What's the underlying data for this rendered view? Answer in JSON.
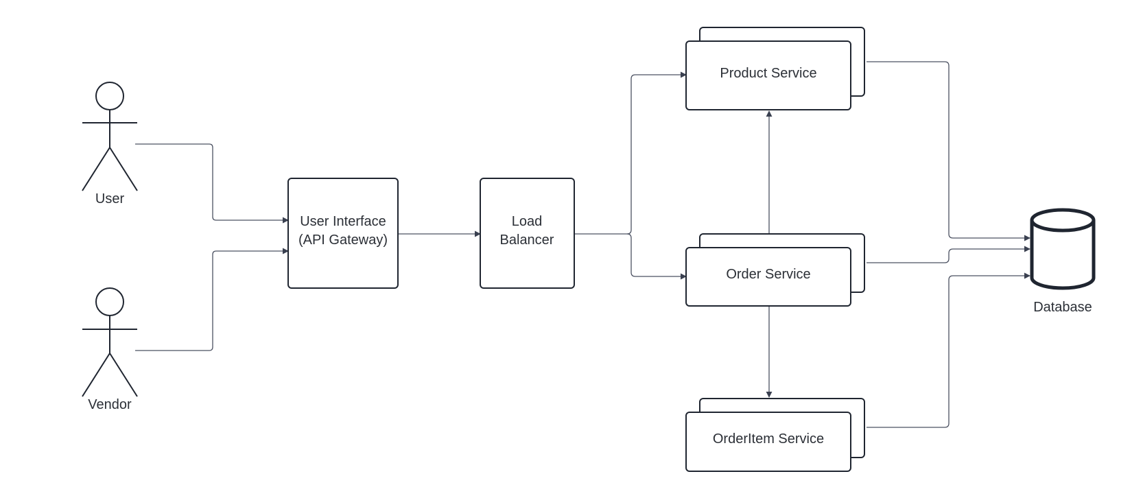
{
  "actors": {
    "user": "User",
    "vendor": "Vendor"
  },
  "nodes": {
    "api_gateway": [
      "User Interface",
      "(API Gateway)"
    ],
    "load_balancer": [
      "Load",
      "Balancer"
    ],
    "product_service": "Product Service",
    "order_service": "Order Service",
    "orderitem_service": "OrderItem Service",
    "database": "Database"
  },
  "colors": {
    "stroke": "#1f2530",
    "connector": "#4a5060",
    "text": "#2b2f36"
  }
}
